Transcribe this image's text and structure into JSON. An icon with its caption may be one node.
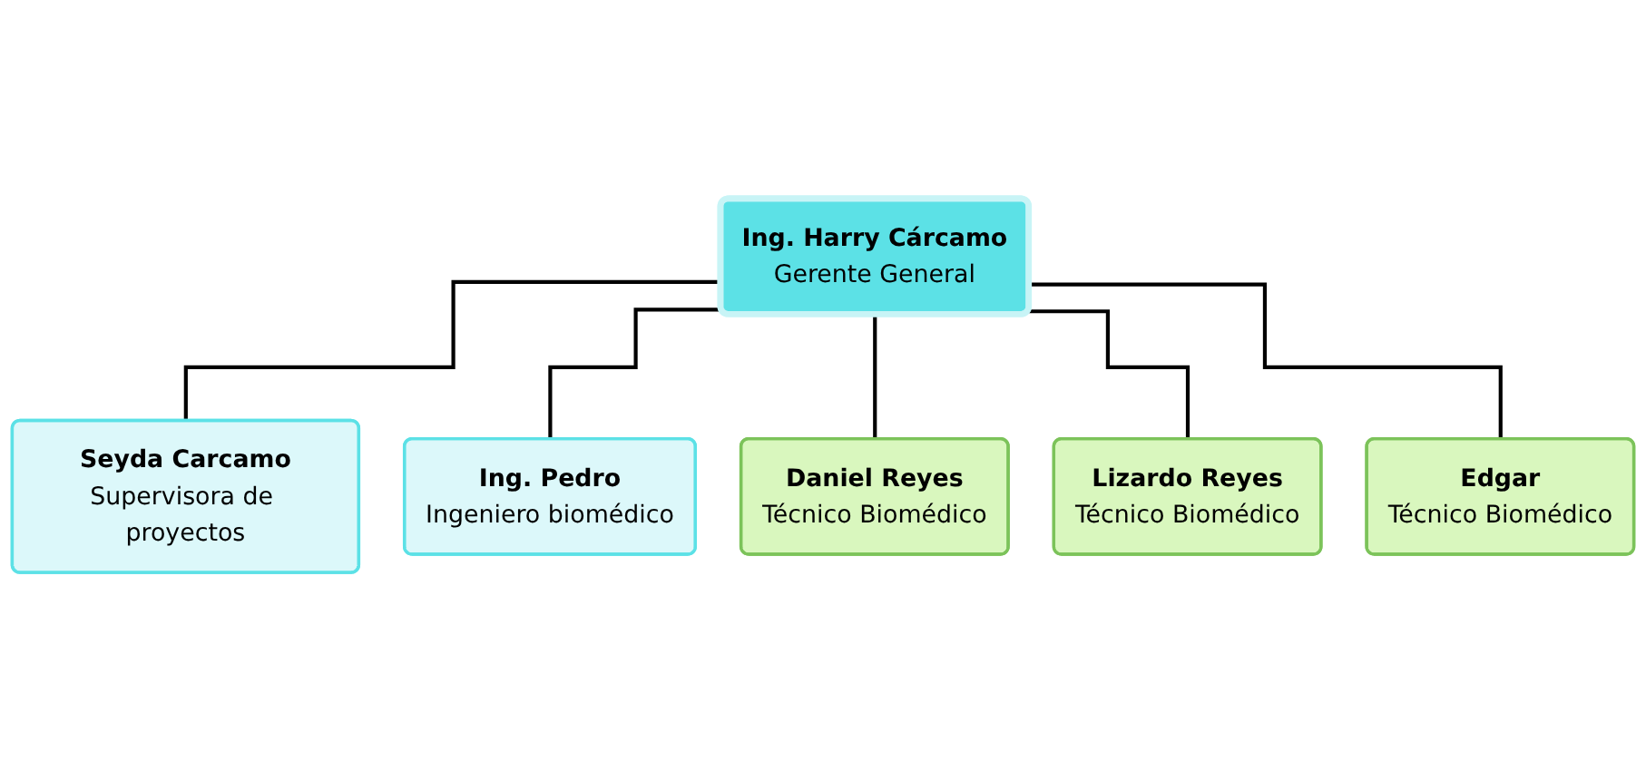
{
  "diagram": {
    "nodes": [
      {
        "text": [
          "Ing. Harry Cárcamo",
          "Gerente General"
        ]
      },
      {
        "text": [
          "Seyda Carcamo",
          "Supervisora de proyectos"
        ]
      },
      {
        "text": [
          "Ing. Pedro",
          "Ingeniero biomédico"
        ]
      },
      {
        "text": [
          "Daniel Reyes",
          "Técnico Biomédico"
        ]
      },
      {
        "text": [
          "Lizardo Reyes",
          "Técnico Biomédico"
        ]
      },
      {
        "text": [
          "Edgar",
          "Técnico Biomédico"
        ]
      }
    ],
    "edges": [
      {
        "from": 0,
        "to": 1,
        "arrow": "none"
      },
      {
        "from": 0,
        "to": 2,
        "arrow": "none"
      },
      {
        "from": 0,
        "to": 3,
        "arrow": "none"
      },
      {
        "from": 0,
        "to": 4,
        "arrow": "none"
      },
      {
        "from": 0,
        "to": 5,
        "arrow": "none"
      }
    ]
  }
}
